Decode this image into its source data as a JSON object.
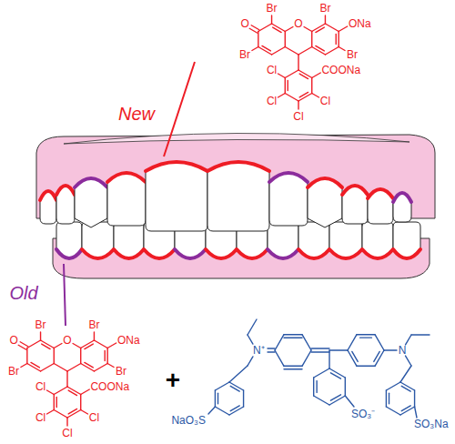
{
  "diagram": {
    "labels": [
      "New",
      "O",
      "Br",
      "O",
      "Br",
      "ONa",
      "Br",
      "Br",
      "Cl",
      "COONa",
      "Cl",
      "Cl",
      "Cl",
      "Old",
      "O",
      "Br",
      "O",
      "Br",
      "ONa",
      "Br",
      "Br",
      "Cl",
      "COONa",
      "Cl",
      "Cl",
      "Cl",
      "+",
      "N⁺",
      "NaO₃S",
      "SO₃⁻",
      "N",
      "SO₃Na"
    ]
  }
}
